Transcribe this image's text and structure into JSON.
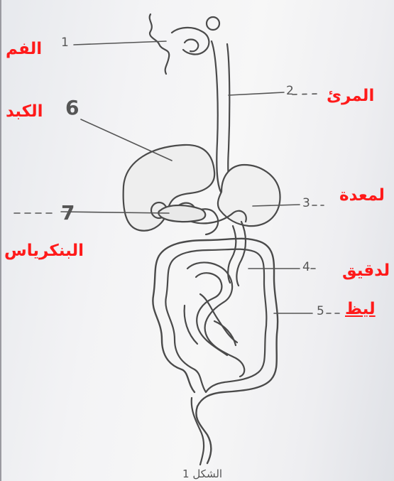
{
  "labels": {
    "mouth": "الفم",
    "esophagus": "المرئ",
    "liver": "الكبد",
    "stomach": "لمعدة",
    "small_intestine": "لدقيق",
    "pancreas": "البنكرياس",
    "large_intestine": "ليظ"
  },
  "numbers": {
    "n1": "1",
    "n2": "2",
    "n3": "3",
    "n4": "4",
    "n5": "5",
    "n6": "6",
    "n7": "7"
  },
  "caption": "الشكل 1"
}
